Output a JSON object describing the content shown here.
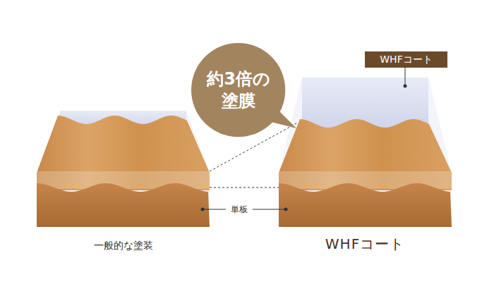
{
  "diagram": {
    "nodes": [
      {
        "text": [
          "約3倍の 塗膜"
        ]
      },
      {
        "text": [
          "WHFコート"
        ]
      }
    ],
    "labels": [
      "単板",
      "一般的な塗装",
      "WHFコート"
    ]
  }
}
